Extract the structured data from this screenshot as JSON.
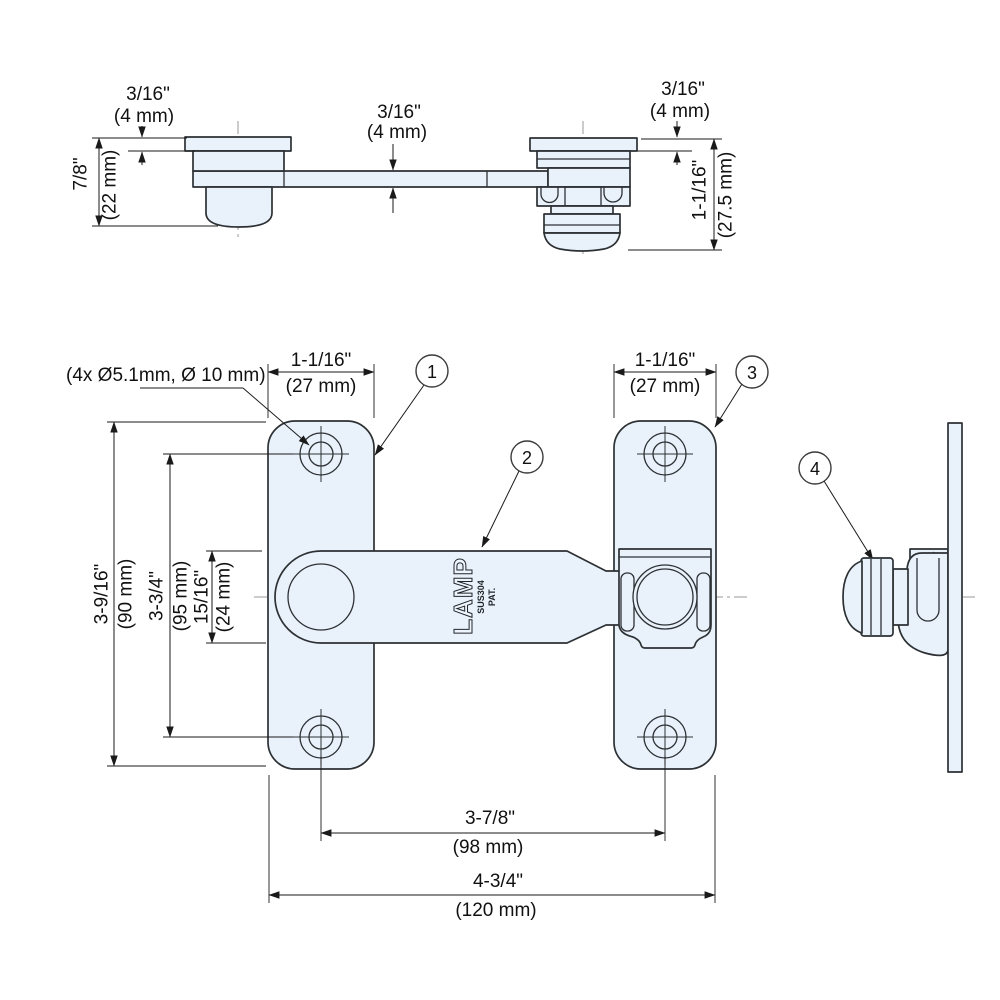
{
  "meta": {
    "part_fill": "#e9f2fb",
    "line_color": "#2d3134",
    "centerline_color": "#9a9a9a"
  },
  "logo": {
    "brand": "LAMP",
    "material": "SUS304",
    "patent": "PAT."
  },
  "top_view": {
    "dim_flange_left_in": "3/16\"",
    "dim_flange_left_mm": "(4 mm)",
    "dim_bar_in": "3/16\"",
    "dim_bar_mm": "(4 mm)",
    "dim_flange_right_in": "3/16\"",
    "dim_flange_right_mm": "(4 mm)",
    "dim_height_left_in": "7/8\"",
    "dim_height_left_mm": "(22 mm)",
    "dim_height_right_in": "1-1/16\"",
    "dim_height_right_mm": "(27.5 mm)"
  },
  "front_view": {
    "holes_note": "(4x Ø5.1mm, Ø 10 mm)",
    "dim_plate_left_in": "1-1/16\"",
    "dim_plate_left_mm": "(27 mm)",
    "dim_plate_right_in": "1-1/16\"",
    "dim_plate_right_mm": "(27 mm)",
    "dim_height_in": "3-9/16\"",
    "dim_height_mm": "(90 mm)",
    "dim_hole_pitch_v_in": "3-3/4\"",
    "dim_hole_pitch_v_mm": "(95 mm)",
    "dim_bar_width_in": "15/16\"",
    "dim_bar_width_mm": "(24 mm)",
    "dim_hole_pitch_h_in": "3-7/8\"",
    "dim_hole_pitch_h_mm": "(98 mm)",
    "dim_overall_in": "4-3/4\"",
    "dim_overall_mm": "(120 mm)",
    "callout_1": "1",
    "callout_2": "2",
    "callout_3": "3",
    "callout_4": "4"
  }
}
